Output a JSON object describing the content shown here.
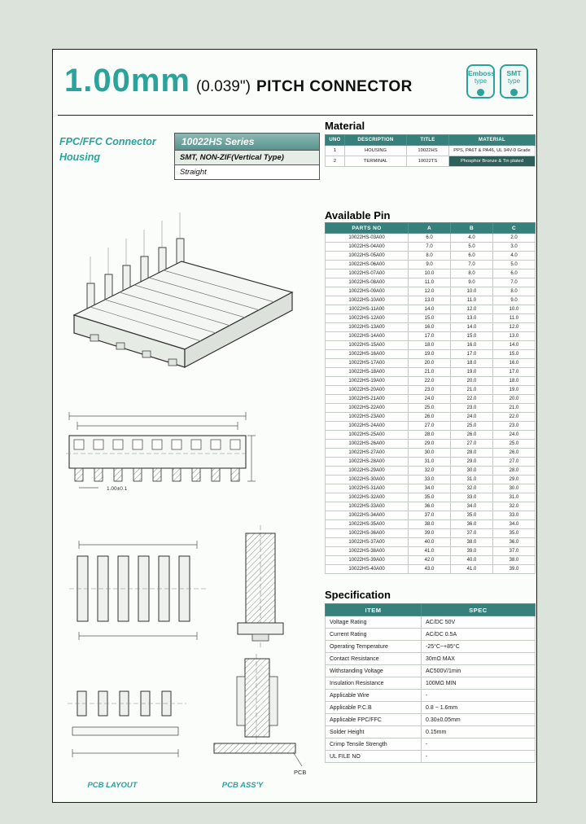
{
  "header": {
    "title_big": "1.00mm",
    "title_paren": "(0.039\")",
    "title_rest": "PITCH CONNECTOR",
    "badges": [
      {
        "line1": "Emboss",
        "line2": "type"
      },
      {
        "line1": "SMT",
        "line2": "type"
      }
    ]
  },
  "sidebar": {
    "line1": "FPC/FFC Connector",
    "line2": "Housing"
  },
  "series": {
    "name": "10022HS Series",
    "subtitle": "SMT, NON-ZIF(Vertical Type)",
    "style": "Straight"
  },
  "material": {
    "heading": "Material",
    "headers": [
      "UNO",
      "DESCRIPTION",
      "TITLE",
      "MATERIAL"
    ],
    "rows": [
      [
        "1",
        "HOUSING",
        "10022HS",
        "PPS, PA6T & PA46, UL 94V-0 Grade"
      ],
      [
        "2",
        "TERMINAL",
        "10022TS",
        "Phosphor Bronze & Tin plated"
      ]
    ]
  },
  "available_pin": {
    "heading": "Available Pin",
    "headers": [
      "PARTS NO",
      "A",
      "B",
      "C"
    ],
    "rows": [
      [
        "10022HS-03A00",
        "6.0",
        "4.0",
        "2.0"
      ],
      [
        "10022HS-04A00",
        "7.0",
        "5.0",
        "3.0"
      ],
      [
        "10022HS-05A00",
        "8.0",
        "6.0",
        "4.0"
      ],
      [
        "10022HS-06A00",
        "9.0",
        "7.0",
        "5.0"
      ],
      [
        "10022HS-07A00",
        "10.0",
        "8.0",
        "6.0"
      ],
      [
        "10022HS-08A00",
        "11.0",
        "9.0",
        "7.0"
      ],
      [
        "10022HS-09A00",
        "12.0",
        "10.0",
        "8.0"
      ],
      [
        "10022HS-10A00",
        "13.0",
        "11.0",
        "9.0"
      ],
      [
        "10022HS-11A00",
        "14.0",
        "12.0",
        "10.0"
      ],
      [
        "10022HS-12A00",
        "15.0",
        "13.0",
        "11.0"
      ],
      [
        "10022HS-13A00",
        "16.0",
        "14.0",
        "12.0"
      ],
      [
        "10022HS-14A00",
        "17.0",
        "15.0",
        "13.0"
      ],
      [
        "10022HS-15A00",
        "18.0",
        "16.0",
        "14.0"
      ],
      [
        "10022HS-16A00",
        "19.0",
        "17.0",
        "15.0"
      ],
      [
        "10022HS-17A00",
        "20.0",
        "18.0",
        "16.0"
      ],
      [
        "10022HS-18A00",
        "21.0",
        "19.0",
        "17.0"
      ],
      [
        "10022HS-19A00",
        "22.0",
        "20.0",
        "18.0"
      ],
      [
        "10022HS-20A00",
        "23.0",
        "21.0",
        "19.0"
      ],
      [
        "10022HS-21A00",
        "24.0",
        "22.0",
        "20.0"
      ],
      [
        "10022HS-22A00",
        "25.0",
        "23.0",
        "21.0"
      ],
      [
        "10022HS-23A00",
        "26.0",
        "24.0",
        "22.0"
      ],
      [
        "10022HS-24A00",
        "27.0",
        "25.0",
        "23.0"
      ],
      [
        "10022HS-25A00",
        "28.0",
        "26.0",
        "24.0"
      ],
      [
        "10022HS-26A00",
        "29.0",
        "27.0",
        "25.0"
      ],
      [
        "10022HS-27A00",
        "30.0",
        "28.0",
        "26.0"
      ],
      [
        "10022HS-28A00",
        "31.0",
        "29.0",
        "27.0"
      ],
      [
        "10022HS-29A00",
        "32.0",
        "30.0",
        "28.0"
      ],
      [
        "10022HS-30A00",
        "33.0",
        "31.0",
        "29.0"
      ],
      [
        "10022HS-31A00",
        "34.0",
        "32.0",
        "30.0"
      ],
      [
        "10022HS-32A00",
        "35.0",
        "33.0",
        "31.0"
      ],
      [
        "10022HS-33A00",
        "36.0",
        "34.0",
        "32.0"
      ],
      [
        "10022HS-34A00",
        "37.0",
        "35.0",
        "33.0"
      ],
      [
        "10022HS-35A00",
        "38.0",
        "36.0",
        "34.0"
      ],
      [
        "10022HS-36A00",
        "39.0",
        "37.0",
        "35.0"
      ],
      [
        "10022HS-37A00",
        "40.0",
        "38.0",
        "36.0"
      ],
      [
        "10022HS-38A00",
        "41.0",
        "39.0",
        "37.0"
      ],
      [
        "10022HS-39A00",
        "42.0",
        "40.0",
        "38.0"
      ],
      [
        "10022HS-40A00",
        "43.0",
        "41.0",
        "39.0"
      ]
    ]
  },
  "specification": {
    "heading": "Specification",
    "headers": [
      "ITEM",
      "SPEC"
    ],
    "rows": [
      [
        "Voltage Rating",
        "AC/DC 50V"
      ],
      [
        "Current Rating",
        "AC/DC 0.5A"
      ],
      [
        "Operating Temperature",
        "-25°C~+85°C"
      ],
      [
        "Contact Resistance",
        "30mΩ MAX"
      ],
      [
        "Withstanding Voltage",
        "AC500V/1min"
      ],
      [
        "Insulation Resistance",
        "100MΩ MIN"
      ],
      [
        "Applicable Wire",
        "-"
      ],
      [
        "Applicable P.C.B",
        "0.8 ~ 1.6mm"
      ],
      [
        "Applicable FPC/FFC",
        "0.30±0.05mm"
      ],
      [
        "Solder Height",
        "0.15mm"
      ],
      [
        "Crimp Tensile Strength",
        "-"
      ],
      [
        "UL FILE NO",
        "-"
      ]
    ]
  },
  "drawings": {
    "pitch_label": "1.00±0.1",
    "pcb_label": "PCB",
    "caption_layout": "PCB LAYOUT",
    "caption_assy": "PCB ASS'Y"
  },
  "colors": {
    "accent": "#2ba39b",
    "table_header": "#37817c"
  }
}
